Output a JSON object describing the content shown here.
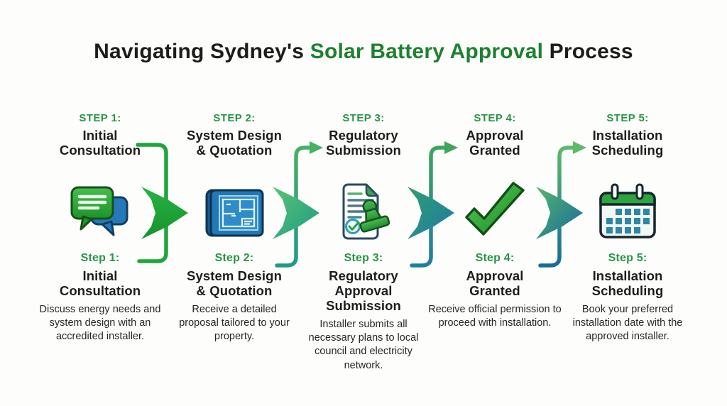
{
  "title": {
    "prefix": "Navigating Sydney's ",
    "highlight": "Solar Battery Approval",
    "suffix": " Process"
  },
  "palette": {
    "title_green": "#1e8030",
    "tag_green": "#279544",
    "text_dark": "#1c1c1c",
    "connector_green": "#1fa53c",
    "connector_teal": "#1f9a85",
    "connector_blue": "#176a9d",
    "icon_blue": "#2277b5",
    "icon_green": "#2da53e"
  },
  "steps": [
    {
      "id": 1,
      "icon": "chat-bubbles-icon",
      "top_tag": "STEP 1:",
      "top_title": "Initial\nConsultation",
      "bottom_tag": "Step 1:",
      "bottom_title": "Initial\nConsultation",
      "description": "Discuss energy needs and system design with an accredited installer."
    },
    {
      "id": 2,
      "icon": "blueprint-icon",
      "top_tag": "STEP 2:",
      "top_title": "System Design\n& Quotation",
      "bottom_tag": "Step 2:",
      "bottom_title": "System Design\n& Quotation",
      "description": "Receive a detailed proposal tailored to your property."
    },
    {
      "id": 3,
      "icon": "stamped-document-icon",
      "top_tag": "STEP 3:",
      "top_title": "Regulatory\nSubmission",
      "bottom_tag": "Step 3:",
      "bottom_title": "Regulatory\nApproval\nSubmission",
      "description": "Installer submits all necessary plans to local council and electricity network."
    },
    {
      "id": 4,
      "icon": "checkmark-icon",
      "top_tag": "STEP 4:",
      "top_title": "Approval\nGranted",
      "bottom_tag": "Step 4:",
      "bottom_title": "Approval\nGranted",
      "description": "Receive official permission to proceed with installation."
    },
    {
      "id": 5,
      "icon": "calendar-icon",
      "top_tag": "STEP 5:",
      "top_title": "Installation\nScheduling",
      "bottom_tag": "Step 5:",
      "bottom_title": "Installation\nScheduling",
      "description": "Book your preferred installation date with the approved installer."
    }
  ]
}
